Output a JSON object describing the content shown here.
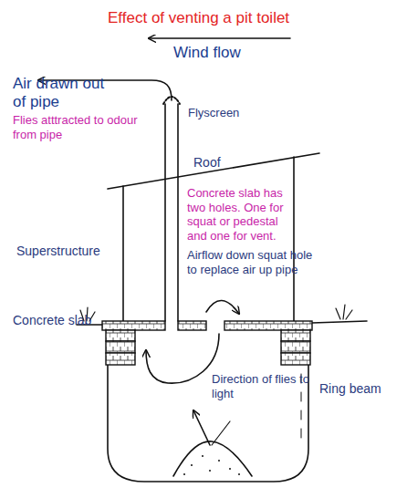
{
  "diagram": {
    "title": "Effect of venting a pit toilet",
    "labels": [
      "Wind flow",
      "Air drawn out of pipe",
      "Flyscreen",
      "Flies atttracted to odour from pipe",
      "Roof",
      "Concrete slab has two holes. One for squat or pedestal and one for vent.",
      "Superstructure",
      "Airflow down squat hole to replace air up pipe",
      "Concrete slab",
      "Ring beam",
      "Direction of flies to light"
    ]
  }
}
